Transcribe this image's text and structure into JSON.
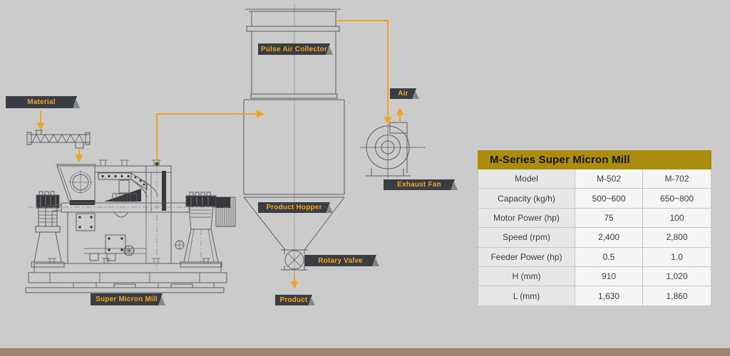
{
  "colors": {
    "bg": "#cbcbcb",
    "accent": "#f2a41f",
    "tag-bg": "#3a3d41",
    "gold": "#ab8d0e",
    "footer": "#9c8572"
  },
  "diagram": {
    "labels": {
      "material": "Material",
      "pulse_air_collector": "Pulse Air Collector",
      "air": "Air",
      "exhaust_fan": "Exhaust Fan",
      "product_hopper": "Product Hopper",
      "rotary_valve": "Rotary Valve",
      "product": "Product",
      "super_micron_mill": "Super Micron Mill"
    }
  },
  "table": {
    "title": "M-Series Super Micron Mill",
    "rows": [
      [
        "Model",
        "M-502",
        "M-702"
      ],
      [
        "Capacity (kg/h)",
        "500~600",
        "650~800"
      ],
      [
        "Motor Power (hp)",
        "75",
        "100"
      ],
      [
        "Speed (rpm)",
        "2,400",
        "2,800"
      ],
      [
        "Feeder Power (hp)",
        "0.5",
        "1.0"
      ],
      [
        "H (mm)",
        "910",
        "1,020"
      ],
      [
        "L (mm)",
        "1,630",
        "1,860"
      ]
    ]
  }
}
